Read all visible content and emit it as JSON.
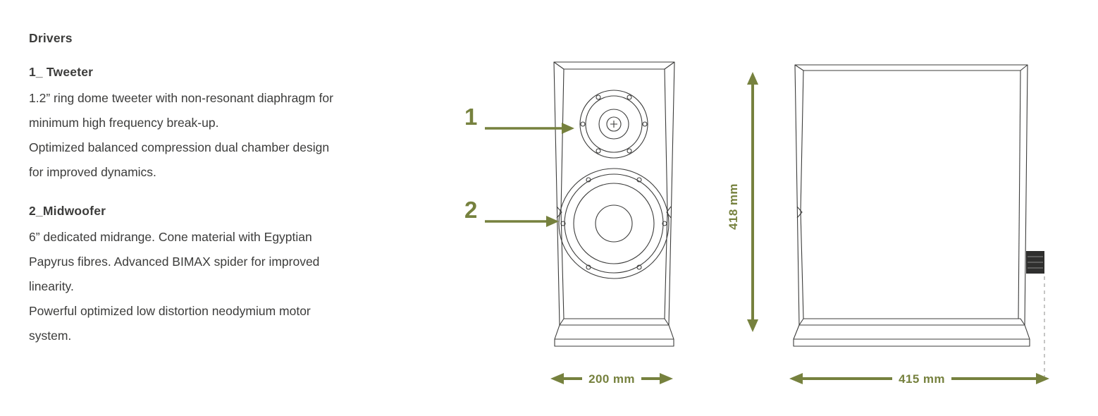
{
  "colors": {
    "accent": "#76813E",
    "ink": "#3C3C3B"
  },
  "info": {
    "heading": "Drivers",
    "sections": [
      {
        "title": "1_ Tweeter",
        "paragraphs": [
          [
            "1.2” ring dome tweeter with non-resonant diaphragm for",
            "minimum high frequency break-up."
          ],
          [
            "Optimized balanced compression dual chamber design",
            "for improved dynamics."
          ]
        ]
      },
      {
        "title": "2_Midwoofer",
        "paragraphs": [
          [
            "6” dedicated midrange. Cone material with Egyptian",
            "Papyrus fibres. Advanced BIMAX spider for improved",
            "linearity."
          ],
          [
            "Powerful optimized low distortion neodymium motor",
            "system."
          ]
        ]
      }
    ]
  },
  "diagram": {
    "callout1": "1",
    "callout2": "2",
    "dim_height": "418 mm",
    "dim_width": "200 mm",
    "dim_depth": "415 mm"
  }
}
